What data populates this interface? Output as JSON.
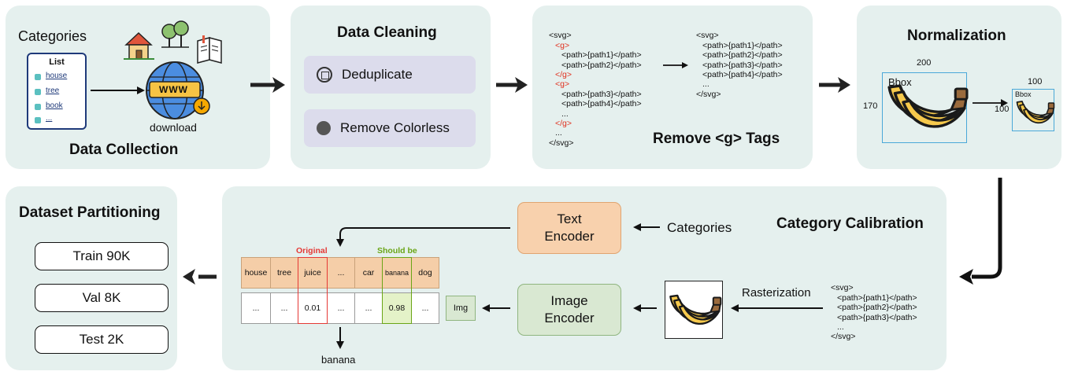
{
  "collection": {
    "title": "Data Collection",
    "categories_label": "Categories",
    "list_title": "List",
    "list_items": [
      "house",
      "tree",
      "book",
      "..."
    ],
    "www_label": "WWW",
    "download_label": "download"
  },
  "cleaning": {
    "title": "Data Cleaning",
    "steps": [
      "Deduplicate",
      "Remove Colorless"
    ]
  },
  "remove_g": {
    "title": "Remove <g> Tags",
    "before": [
      "<svg>",
      "<g>",
      "<path>{path1}</path>",
      "<path>{path2}</path>",
      "</g>",
      "<g>",
      "<path>{path3}</path>",
      "<path>{path4}</path>",
      "...",
      "</g>",
      "...",
      "</svg>"
    ],
    "after": [
      "<svg>",
      "<path>{path1}</path>",
      "<path>{path2}</path>",
      "<path>{path3}</path>",
      "<path>{path4}</path>",
      "...",
      "</svg>"
    ]
  },
  "normalization": {
    "title": "Normalization",
    "bbox_label": "Bbox",
    "orig_width": "200",
    "orig_height": "170",
    "norm_width": "100",
    "norm_height": "100"
  },
  "calibration": {
    "title": "Category Calibration",
    "text_encoder": [
      "Text",
      "Encoder"
    ],
    "image_encoder": [
      "Image",
      "Encoder"
    ],
    "categories_label": "Categories",
    "rasterization_label": "Rasterization",
    "original_label": "Original",
    "should_be_label": "Should be",
    "categories": [
      "house",
      "tree",
      "juice",
      "...",
      "car",
      "banana",
      "dog"
    ],
    "scores": [
      "...",
      "...",
      "0.01",
      "...",
      "...",
      "0.98",
      "..."
    ],
    "img_label": "Img",
    "result_label": "banana",
    "svg_code": [
      "<svg>",
      "<path>{path1}</path>",
      "<path>{path2}</path>",
      "<path>{path3}</path>",
      "...",
      "</svg>"
    ]
  },
  "partition": {
    "title": "Dataset Partitioning",
    "splits": [
      "Train 90K",
      "Val 8K",
      "Test 2K"
    ]
  },
  "colors": {
    "panel": "#e5f0ee",
    "text_encoder": "#f8d1ad",
    "image_encoder": "#d9e8d2",
    "original": "#e53935",
    "should_be": "#6aa516",
    "code_red": "#e0301e"
  }
}
